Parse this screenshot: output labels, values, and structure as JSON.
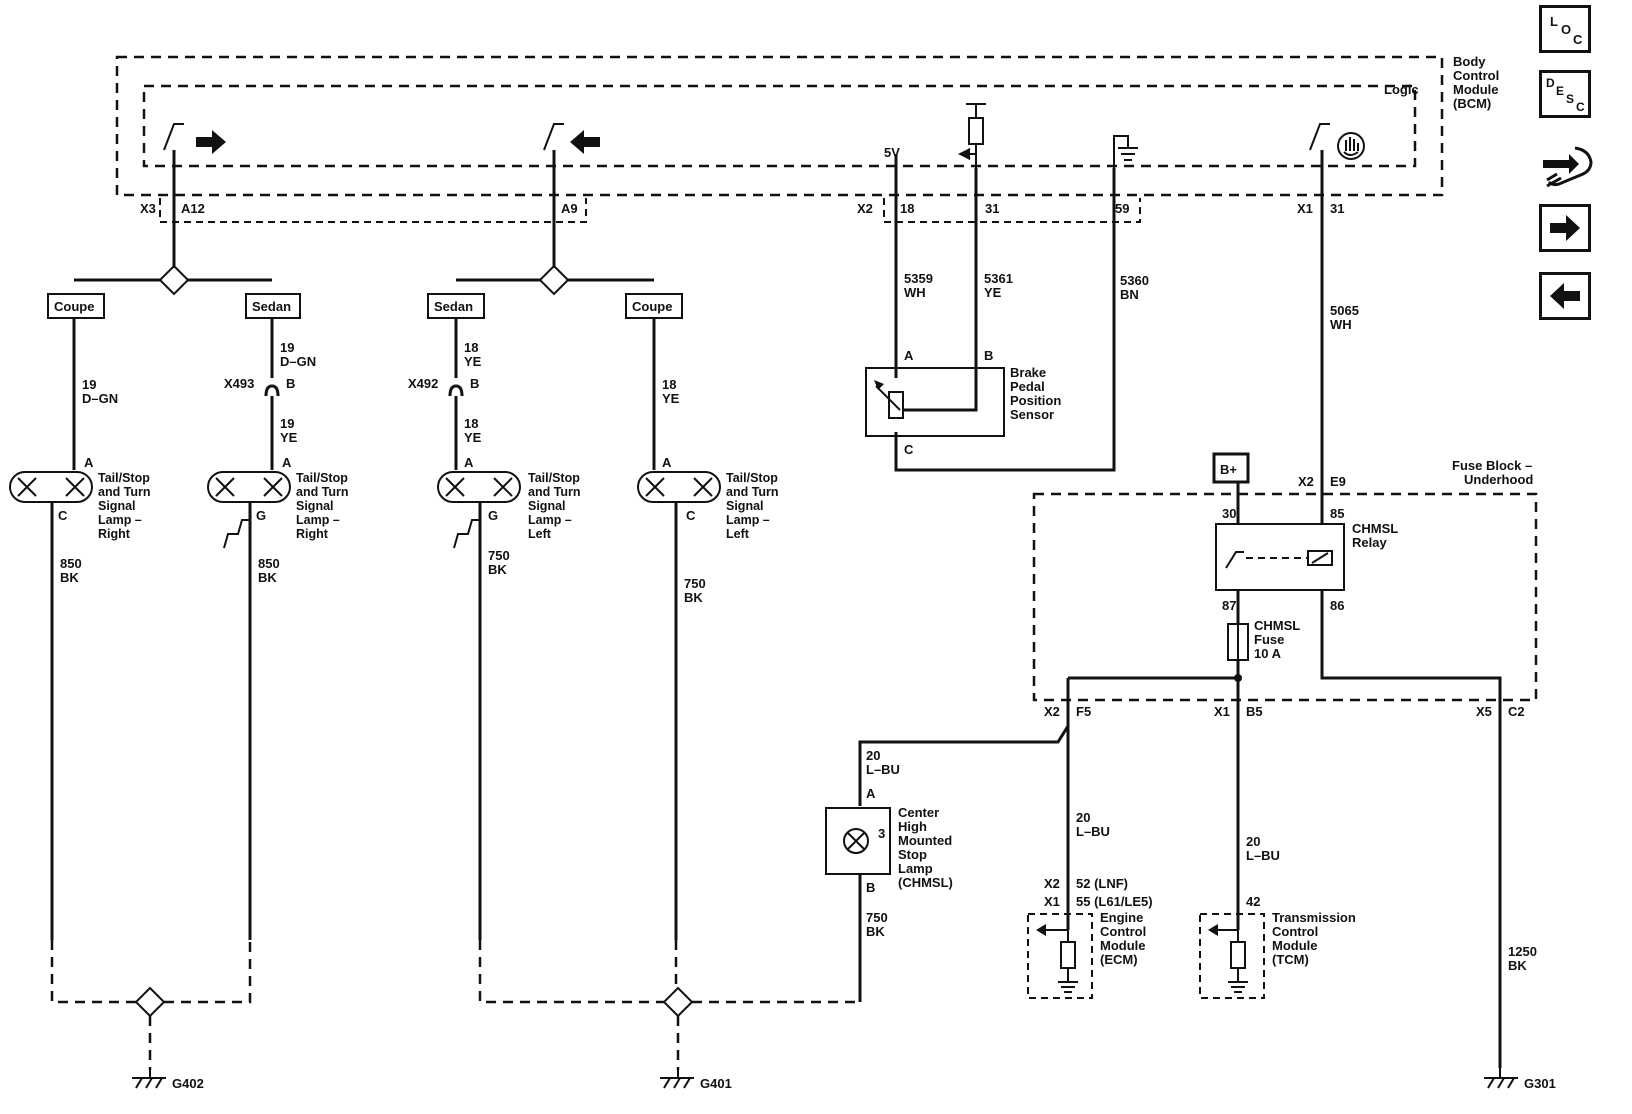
{
  "bcm": {
    "title_lines": [
      "Body",
      "Control",
      "Module",
      "(BCM)"
    ],
    "logic": "Logic"
  },
  "connectors": {
    "x3": "X3",
    "a12": "A12",
    "a9": "A9",
    "x2_18": "X2",
    "p18": "18",
    "p31": "31",
    "p59": "59",
    "x1_31": "X1",
    "p31b": "31",
    "five_v": "5V"
  },
  "branches": {
    "coupe_r": "Coupe",
    "sedan_r": "Sedan",
    "sedan_l": "Sedan",
    "coupe_l": "Coupe"
  },
  "wires": {
    "w_19dgn_a": [
      "19",
      "D–GN"
    ],
    "w_19dgn_b": [
      "19",
      "D–GN"
    ],
    "w_19ye": [
      "19",
      "YE"
    ],
    "w_18ye_a": [
      "18",
      "YE"
    ],
    "w_18ye_b": [
      "18",
      "YE"
    ],
    "w_18ye_c": [
      "18",
      "YE"
    ],
    "w_850bk_a": [
      "850",
      "BK"
    ],
    "w_850bk_b": [
      "850",
      "BK"
    ],
    "w_750bk_a": [
      "750",
      "BK"
    ],
    "w_750bk_b": [
      "750",
      "BK"
    ],
    "w_5359": [
      "5359",
      "WH"
    ],
    "w_5361": [
      "5361",
      "YE"
    ],
    "w_5360": [
      "5360",
      "BN"
    ],
    "w_5065": [
      "5065",
      "WH"
    ],
    "w_20lbu_a": [
      "20",
      "L–BU"
    ],
    "w_20lbu_b": [
      "20",
      "L–BU"
    ],
    "w_20lbu_c": [
      "20",
      "L–BU"
    ],
    "w_750bk_c": [
      "750",
      "BK"
    ],
    "w_1250bk": [
      "1250",
      "BK"
    ]
  },
  "inline": {
    "x493": "X493",
    "x493_pin": "B",
    "x492": "X492",
    "x492_pin": "B"
  },
  "lamps": {
    "l1": {
      "name": [
        "Tail/Stop",
        "and Turn",
        "Signal",
        "Lamp –",
        "Right"
      ],
      "pin_top": "A",
      "pin_bot": "C"
    },
    "l2": {
      "name": [
        "Tail/Stop",
        "and Turn",
        "Signal",
        "Lamp –",
        "Right"
      ],
      "pin_top": "A",
      "pin_bot": "G"
    },
    "l3": {
      "name": [
        "Tail/Stop",
        "and Turn",
        "Signal",
        "Lamp –",
        "Left"
      ],
      "pin_top": "A",
      "pin_bot": "G"
    },
    "l4": {
      "name": [
        "Tail/Stop",
        "and Turn",
        "Signal",
        "Lamp –",
        "Left"
      ],
      "pin_top": "A",
      "pin_bot": "C"
    }
  },
  "sensor": {
    "name": [
      "Brake",
      "Pedal",
      "Position",
      "Sensor"
    ],
    "pin_a": "A",
    "pin_b": "B",
    "pin_c": "C"
  },
  "fuse_block": {
    "title_lines": [
      "Fuse Block –",
      "Underhood"
    ],
    "bplus": "B+",
    "x2": "X2",
    "e9": "E9",
    "p30": "30",
    "p85": "85",
    "p87": "87",
    "p86": "86",
    "relay_name": [
      "CHMSL",
      "Relay"
    ],
    "fuse_name": [
      "CHMSL",
      "Fuse",
      "10 A"
    ],
    "x2f": "X2",
    "f5": "F5",
    "x1": "X1",
    "b5": "B5",
    "x5": "X5",
    "c2": "C2"
  },
  "chmsl": {
    "name": [
      "Center",
      "High",
      "Mounted",
      "Stop",
      "Lamp",
      "(CHMSL)"
    ],
    "pin_a": "A",
    "pin_b": "B",
    "num": "3"
  },
  "ecm": {
    "x2": "X2",
    "p52": "52 (LNF)",
    "x1": "X1",
    "p55": "55 (L61/LE5)",
    "name": [
      "Engine",
      "Control",
      "Module",
      "(ECM)"
    ]
  },
  "tcm": {
    "p42": "42",
    "name": [
      "Transmission",
      "Control",
      "Module",
      "(TCM)"
    ]
  },
  "grounds": {
    "g402": "G402",
    "g401": "G401",
    "g301": "G301"
  },
  "nav": {
    "loc": [
      "L",
      "O",
      "C"
    ],
    "desc": [
      "D",
      "E",
      "S",
      "C"
    ]
  }
}
